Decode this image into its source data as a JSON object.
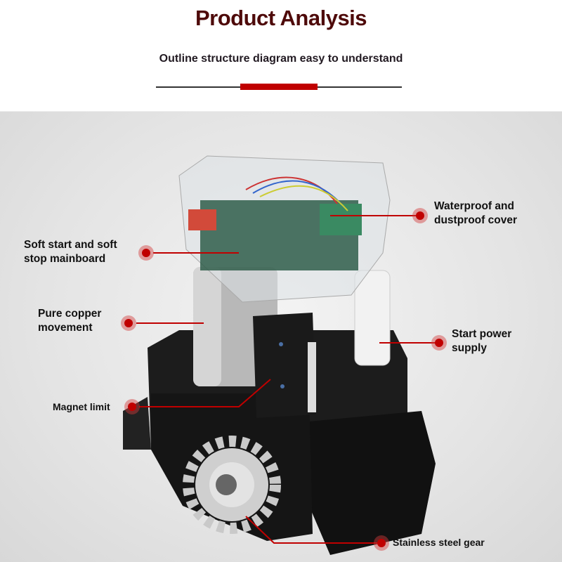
{
  "header": {
    "title": "Product Analysis",
    "subtitle": "Outline structure diagram easy to understand"
  },
  "colors": {
    "accent": "#c00000",
    "title": "#4e0a0a"
  },
  "callouts": [
    {
      "id": "cover",
      "label_line1": "Waterproof and",
      "label_line2": "dustproof cover"
    },
    {
      "id": "mainboard",
      "label_line1": "Soft start and soft",
      "label_line2": "stop mainboard"
    },
    {
      "id": "movement",
      "label_line1": "Pure copper",
      "label_line2": "movement"
    },
    {
      "id": "power",
      "label_line1": "Start power",
      "label_line2": "supply"
    },
    {
      "id": "magnet",
      "label_line1": "Magnet limit"
    },
    {
      "id": "gear",
      "label_line1": "Stainless steel gear"
    }
  ]
}
